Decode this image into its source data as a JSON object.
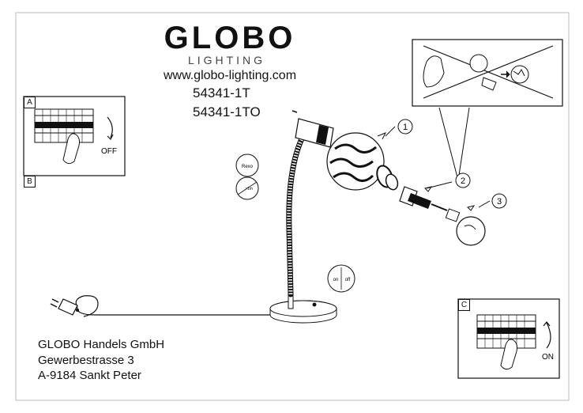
{
  "brand": {
    "name": "GLOBO",
    "subtitle": "LIGHTING",
    "url": "www.globo-lighting.com"
  },
  "models": [
    "54341-1T",
    "54341-1TO"
  ],
  "address": {
    "company": "GLOBO Handels GmbH",
    "street": "Gewerbestrasse 3",
    "city": "A-9184 Sankt Peter"
  },
  "steps": {
    "a": "A",
    "b": "B",
    "c": "C"
  },
  "panels": {
    "a_label": "OFF",
    "c_label": "ON"
  },
  "callouts": [
    "1",
    "2",
    "3"
  ],
  "symbols": {
    "reflector": "Rexo",
    "distance": ">1m",
    "switch_on": "on",
    "switch_off": "off"
  }
}
